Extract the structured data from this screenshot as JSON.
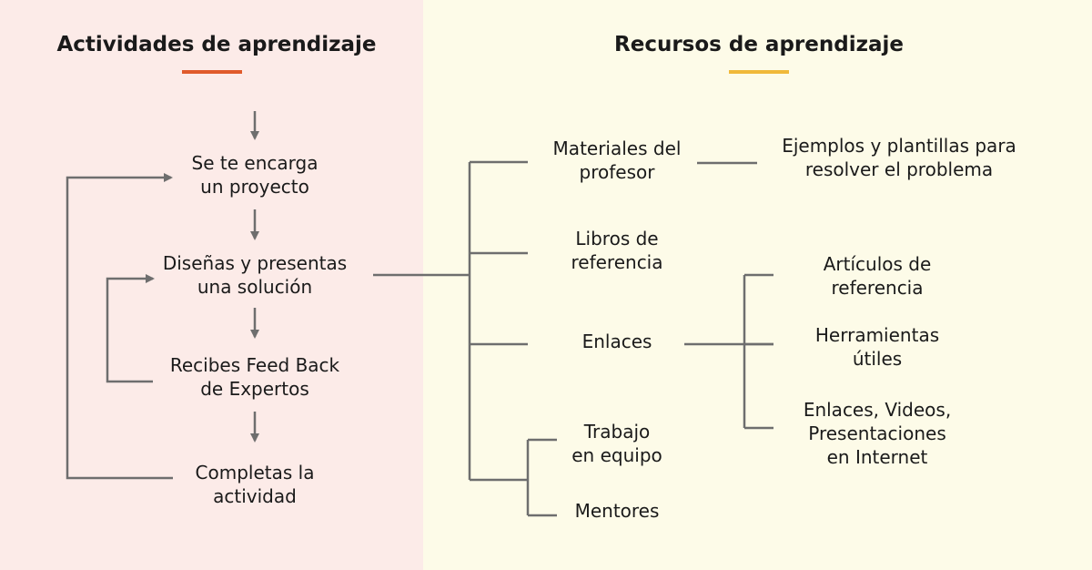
{
  "activities": {
    "title": "Actividades de aprendizaje",
    "accent": "#e05a2b",
    "steps": [
      [
        "Se te encarga",
        "un proyecto"
      ],
      [
        "Diseñas y presentas",
        "una solución"
      ],
      [
        "Recibes Feed Back",
        "de Expertos"
      ],
      [
        "Completas la",
        "actividad"
      ]
    ]
  },
  "resources": {
    "title": "Recursos de aprendizaje",
    "accent": "#f0b93a",
    "items": [
      [
        "Materiales del",
        "profesor"
      ],
      [
        "Libros de",
        "referencia"
      ],
      [
        "Enlaces"
      ],
      [
        "Trabajo",
        "en equipo"
      ],
      [
        "Mentores"
      ]
    ],
    "materials_detail": [
      "Ejemplos y plantillas para",
      "resolver el problema"
    ],
    "links_detail": [
      [
        "Artículos de",
        "referencia"
      ],
      [
        "Herramientas",
        "útiles"
      ],
      [
        "Enlaces, Videos,",
        "Presentaciones",
        "en Internet"
      ]
    ]
  },
  "colors": {
    "left_background": "#fcebe8",
    "right_background": "#fdfbe8",
    "connector": "#6e6e6e"
  }
}
